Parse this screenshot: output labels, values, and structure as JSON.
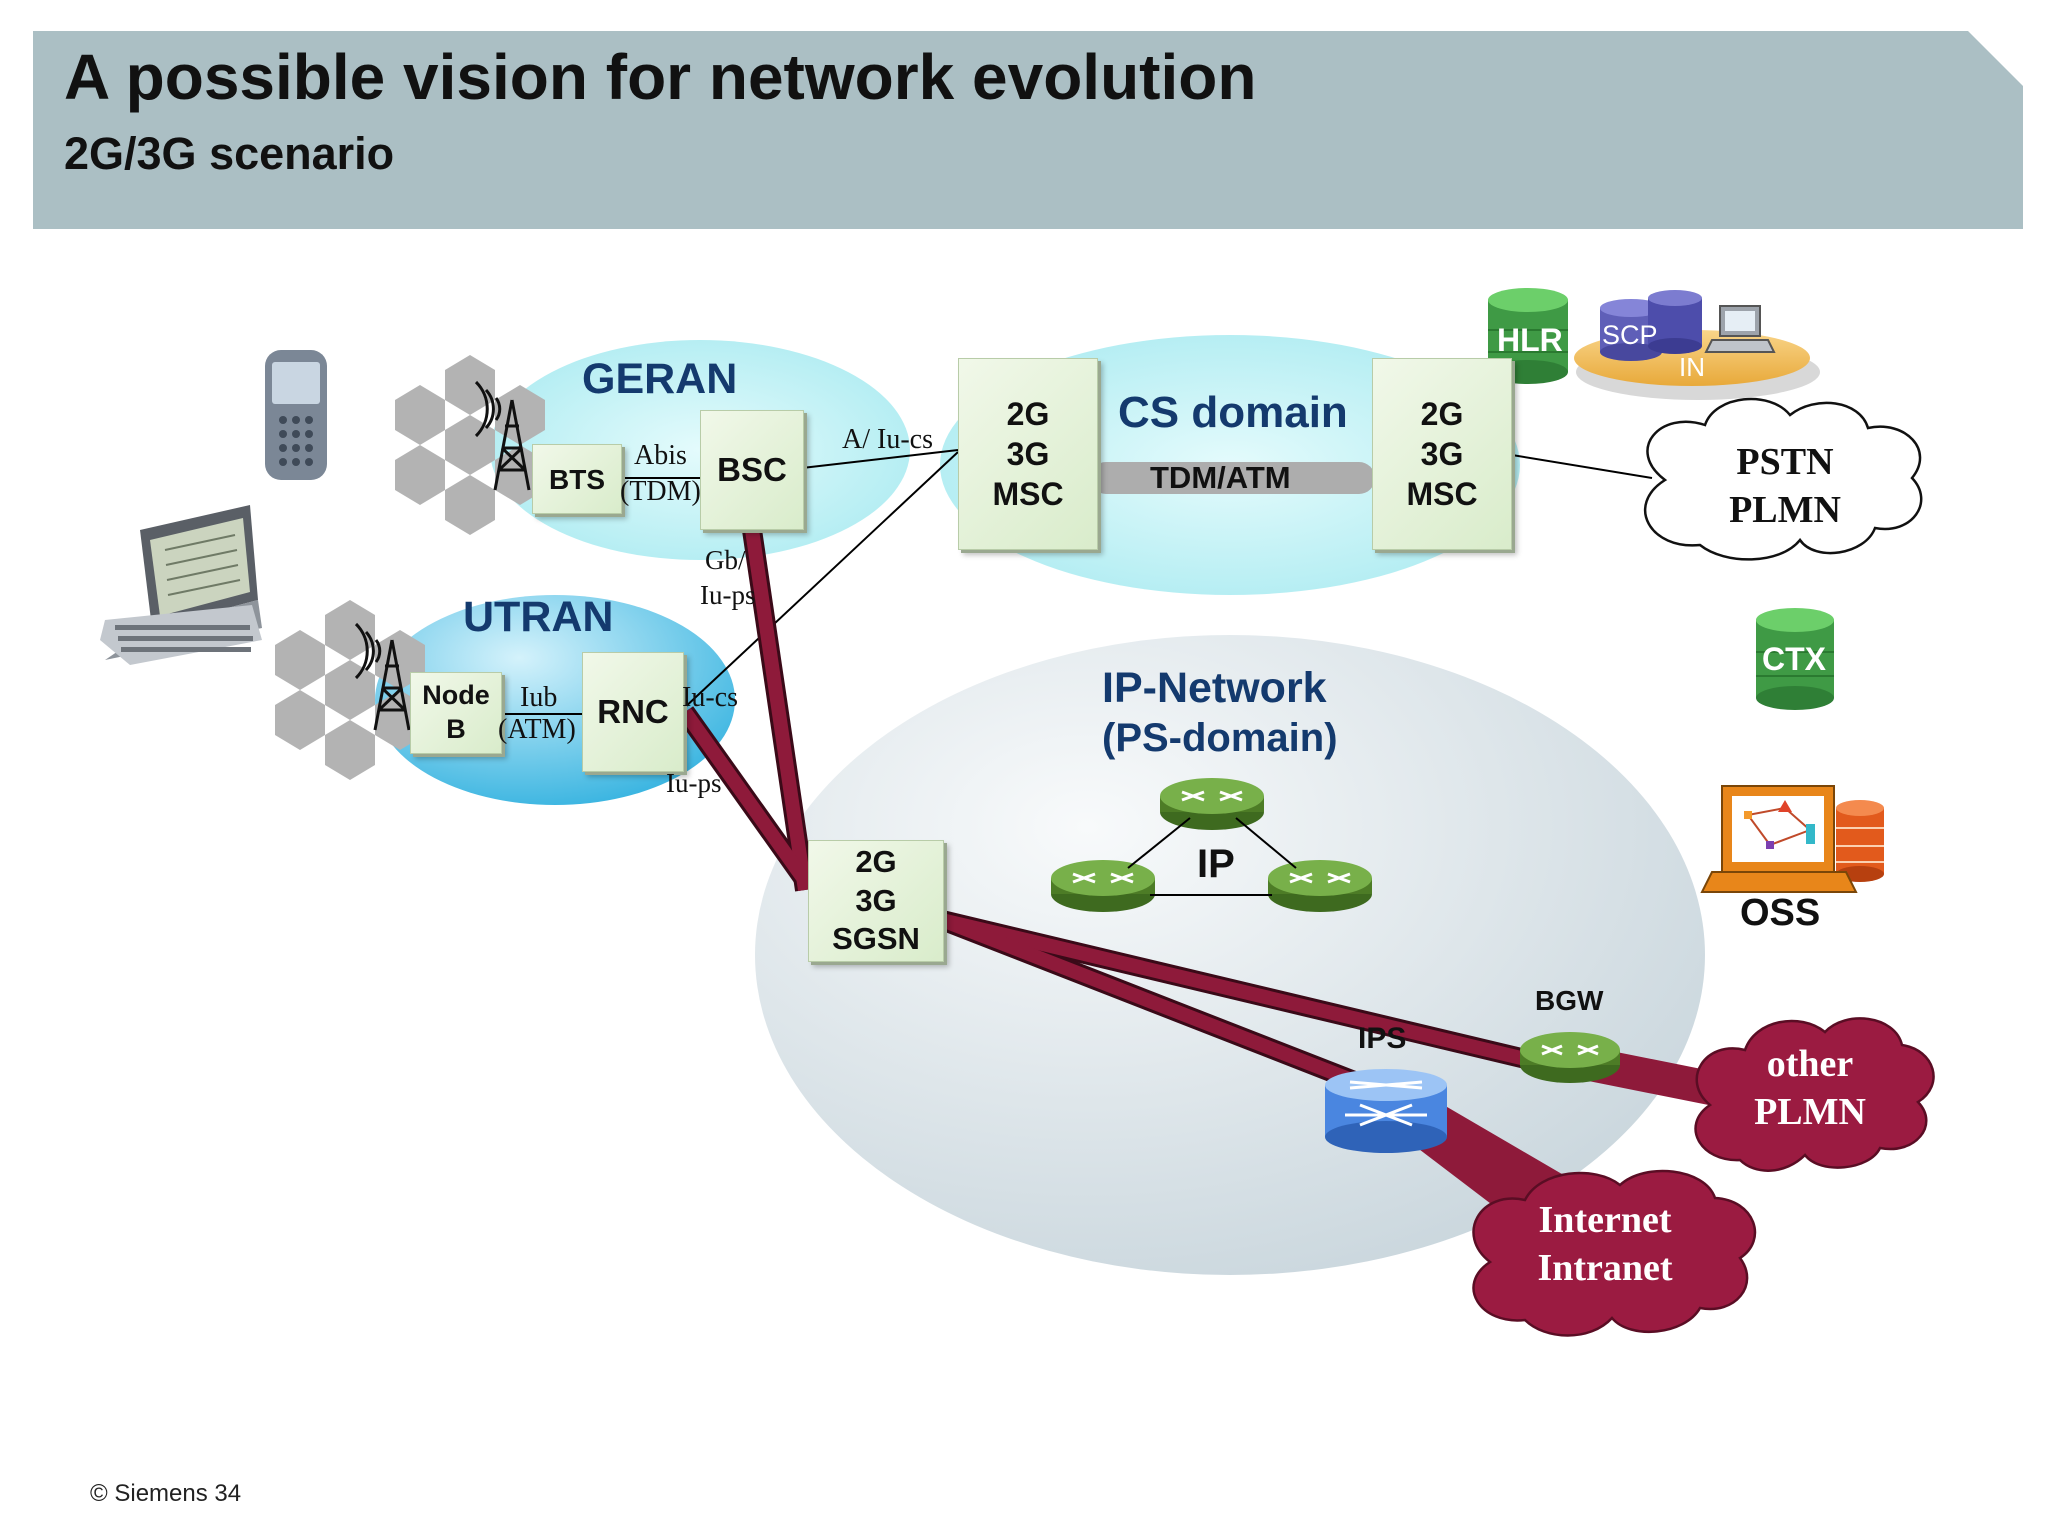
{
  "header": {
    "title": "A possible vision for network evolution",
    "subtitle": "2G/3G scenario"
  },
  "footer": {
    "copyright": "© Siemens 34"
  },
  "domains": {
    "geran": "GERAN",
    "utran": "UTRAN",
    "cs_domain": "CS domain",
    "cs_transport": "TDM/ATM",
    "ip_network": "IP-Network",
    "ps_domain": "(PS-domain)",
    "ip_core": "IP"
  },
  "nodes": {
    "bts": "BTS",
    "bsc": "BSC",
    "node_b_line1": "Node",
    "node_b_line2": "B",
    "rnc": "RNC",
    "msc_left": {
      "line1": "2G",
      "line2": "3G",
      "line3": "MSC"
    },
    "msc_right": {
      "line1": "2G",
      "line2": "3G",
      "line3": "MSC"
    },
    "sgsn": {
      "line1": "2G",
      "line2": "3G",
      "line3": "SGSN"
    },
    "hlr": "HLR",
    "scp": "SCP",
    "in": "IN",
    "ctx": "CTX",
    "oss": "OSS",
    "bgw": "BGW",
    "ips": "IPS"
  },
  "interfaces": {
    "abis": "Abis",
    "abis_tdm": "(TDM)",
    "a_iucs": "A/ Iu-cs",
    "gb": "Gb/",
    "iu_ps_top": "Iu-ps",
    "iub": "Iub",
    "iub_atm": "(ATM)",
    "iu_cs": "Iu-cs",
    "iu_ps_bottom": "Iu-ps"
  },
  "clouds": {
    "pstn_line1": "PSTN",
    "pstn_line2": "PLMN",
    "other_line1": "other",
    "other_line2": "PLMN",
    "internet_line1": "Internet",
    "internet_line2": "Intranet"
  },
  "colors": {
    "header_band": "#abbfc4",
    "link_red": "#8e1a3a",
    "cloud_red": "#9b1b41",
    "box_green": "#dcedce",
    "cyl_green": "#4fae4f",
    "router_green": "#5b8a2f",
    "title_blue": "#143a6e"
  }
}
